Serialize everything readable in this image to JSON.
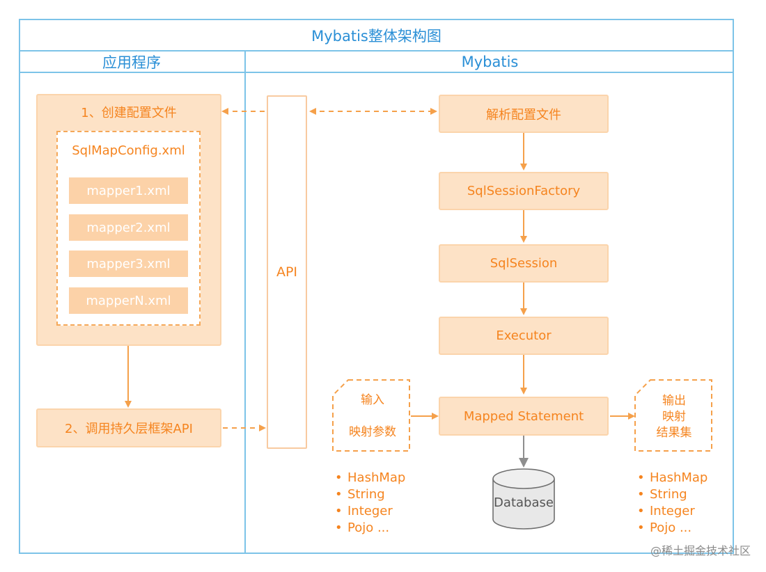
{
  "diagram": {
    "title": "Mybatis整体架构图",
    "left_header": "应用程序",
    "right_header": "Mybatis",
    "step1": "1、创建配置文件",
    "config_file": "SqlMapConfig.xml",
    "mappers": [
      "mapper1.xml",
      "mapper2.xml",
      "mapper3.xml",
      "mapperN.xml"
    ],
    "step2": "2、调用持久层框架API",
    "api": "API",
    "parse": "解析配置文件",
    "factory": "SqlSessionFactory",
    "session": "SqlSession",
    "executor": "Executor",
    "mapped": "Mapped Statement",
    "input_lines": [
      "输入",
      "映射参数"
    ],
    "output_lines": [
      "输出",
      "映射",
      "结果集"
    ],
    "input_types": [
      "HashMap",
      "String",
      "Integer",
      "Pojo ..."
    ],
    "output_types": [
      "HashMap",
      "String",
      "Integer",
      "Pojo ..."
    ],
    "database": "Database",
    "watermark": "@稀土掘金技术社区"
  },
  "colors": {
    "border_blue": "#7cc3e8",
    "title_blue": "#2a8fd6",
    "box_fill": "#fde2c6",
    "orange_text": "#f5841f",
    "arrow_orange": "#f5a04a",
    "db_fill": "#e8e8e8"
  }
}
